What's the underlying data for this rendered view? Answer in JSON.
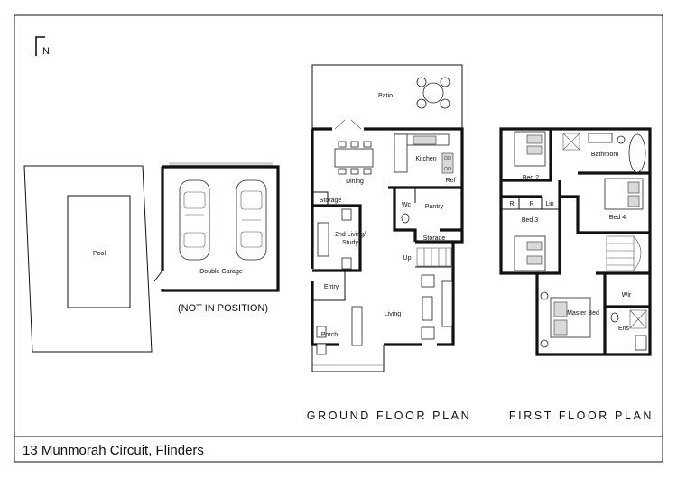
{
  "address": "13 Munmorah Circuit, Flinders",
  "compass": "N",
  "outbuildings": {
    "pool_label": "Pool",
    "garage_label": "Double Garage",
    "position_note": "(NOT IN POSITION)"
  },
  "ground_floor": {
    "title": "GROUND FLOOR PLAN",
    "rooms": {
      "patio": "Patio",
      "kitchen": "Kitchen",
      "dining": "Dining",
      "ref": "Ref",
      "storage_upper": "Storage",
      "wc": "Wc",
      "pantry": "Pantry",
      "living2_line1": "2nd Living/",
      "living2_line2": "Study",
      "storage_lower": "Storage",
      "up": "Up",
      "entry": "Entry",
      "living": "Living",
      "porch": "Porch"
    }
  },
  "first_floor": {
    "title": "FIRST FLOOR PLAN",
    "rooms": {
      "bathroom": "Bathroom",
      "bed2": "Bed 2",
      "r1": "R",
      "r2": "R",
      "lin": "Lin",
      "bed3": "Bed 3",
      "bed4": "Bed 4",
      "wir": "Wir",
      "master": "Master Bed",
      "ens": "Ens"
    }
  }
}
